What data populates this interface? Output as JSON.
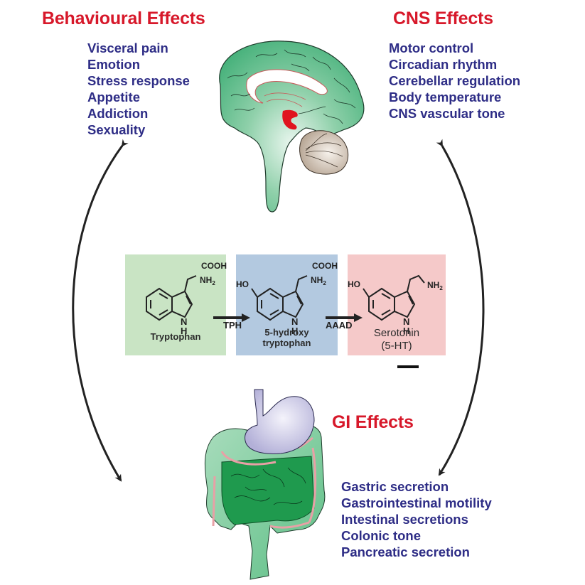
{
  "behavioural": {
    "title": "Behavioural Effects",
    "items": [
      "Visceral pain",
      "Emotion",
      "Stress response",
      "Appetite",
      "Addiction",
      "Sexuality"
    ]
  },
  "cns": {
    "title": "CNS Effects",
    "items": [
      "Motor control",
      "Circadian rhythm",
      "Cerebellar regulation",
      "Body temperature",
      "CNS vascular tone"
    ]
  },
  "gi": {
    "title": "GI Effects",
    "items": [
      "Gastric secretion",
      "Gastrointestinal motility",
      "Intestinal secretions",
      "Colonic tone",
      "Pancreatic secretion"
    ]
  },
  "pathway": {
    "compounds": [
      {
        "name": "Tryptophan",
        "name_line2": "",
        "color": "#c9e4c4",
        "substituent_top": "COOH",
        "substituent_amine": "NH2",
        "hydroxyl": ""
      },
      {
        "name": "5-hydroxy",
        "name_line2": "tryptophan",
        "color": "#b3c9e0",
        "substituent_top": "COOH",
        "substituent_amine": "NH2",
        "hydroxyl": "HO"
      },
      {
        "name": "Serotonin",
        "name_line2": "(5-HT)",
        "color": "#f5c9c9",
        "substituent_top": "",
        "substituent_amine": "NH2",
        "hydroxyl": "HO"
      }
    ],
    "enzymes": [
      "TPH",
      "AAAD"
    ],
    "ring_nh": "N",
    "ring_h": "H"
  },
  "colors": {
    "heading": "#d7182a",
    "list_text": "#2e2d86",
    "brain_green": "#3fae76",
    "cerebellum": "#b9a897",
    "stomach": "#b9b6dc",
    "intestine_dark": "#1f9a4e",
    "intestine_light": "#6cc58f",
    "accent_red": "#e0141e"
  }
}
